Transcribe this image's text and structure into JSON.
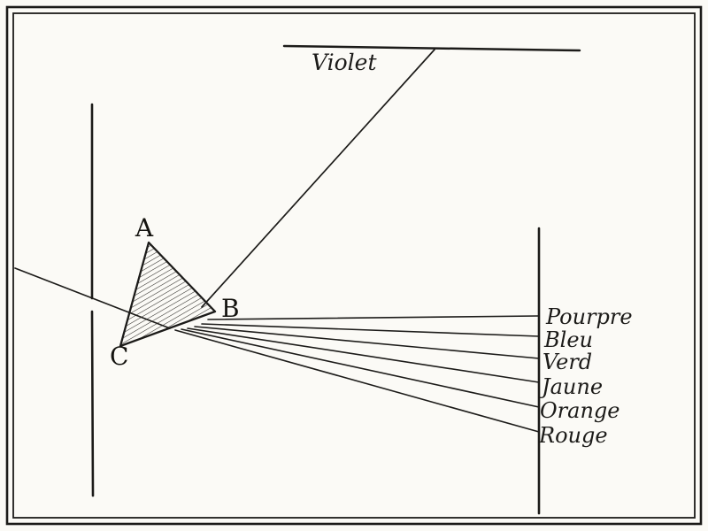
{
  "labels": {
    "a": "A",
    "b": "B",
    "c": "C",
    "violet": "Violet",
    "spectrum": [
      "Pourpre",
      "Bleu",
      "Verd",
      "Jaune",
      "Orange",
      "Rouge"
    ]
  },
  "colors": {
    "ink": "#1c1b19",
    "paper": "#fbfaf6"
  }
}
